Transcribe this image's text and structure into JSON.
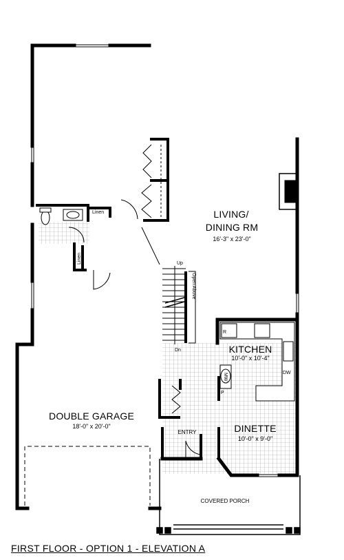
{
  "rooms": {
    "living": {
      "name_line1": "LIVING/",
      "name_line2": "DINING RM",
      "dims": "16'-3\" x 23'-0\""
    },
    "kitchen": {
      "name": "KITCHEN",
      "dims": "10'-0\" x 10'-4\""
    },
    "dinette": {
      "name": "DINETTE",
      "dims": "10'-0\" x 9'-0\""
    },
    "garage": {
      "name": "DOUBLE GARAGE",
      "dims": "18'-0\" x 20'-0\""
    },
    "entry": {
      "name": "ENTRY"
    },
    "porch": {
      "name": "COVERED PORCH"
    }
  },
  "fixtures": {
    "linen_1": "Linen",
    "linen_2": "Linen",
    "stair_up": "Up",
    "stair_dn": "Dn",
    "open_above": "Open Above",
    "refrigerator": "R",
    "dishwasher": "DW",
    "microwave": "MW",
    "pantry": "P"
  },
  "caption": "FIRST FLOOR - OPTION 1 - ELEVATION A",
  "colors": {
    "wall": "#000000",
    "tile": "#999999",
    "background": "#ffffff"
  }
}
